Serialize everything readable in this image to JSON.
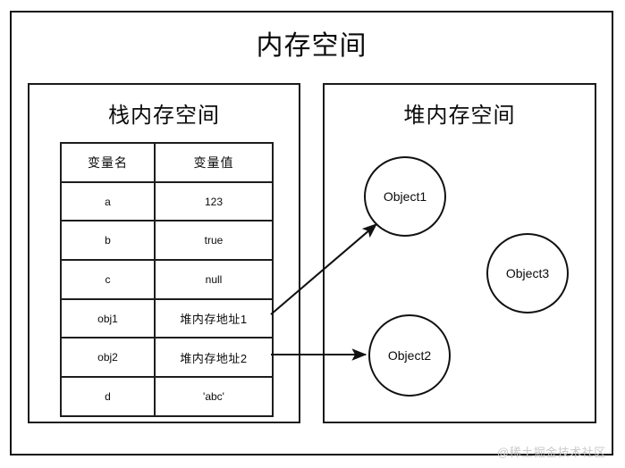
{
  "diagram": {
    "title": "内存空间",
    "watermark": "@稀土掘金技术社区",
    "stack_region": {
      "title": "栈内存空间",
      "table": {
        "headers": [
          "变量名",
          "变量值"
        ],
        "rows": [
          {
            "name": "a",
            "value": "123"
          },
          {
            "name": "b",
            "value": "true"
          },
          {
            "name": "c",
            "value": "null"
          },
          {
            "name": "obj1",
            "value": "堆内存地址1"
          },
          {
            "name": "obj2",
            "value": "堆内存地址2"
          },
          {
            "name": "d",
            "value": "'abc'"
          }
        ]
      }
    },
    "heap_region": {
      "title": "堆内存空间",
      "objects": [
        {
          "label": "Object1"
        },
        {
          "label": "Object2"
        },
        {
          "label": "Object3"
        }
      ]
    },
    "connections": [
      {
        "from": "obj1",
        "to": "Object1"
      },
      {
        "from": "obj2",
        "to": "Object2"
      }
    ],
    "colors": {
      "stroke": "#111111",
      "text": "#0b0b0b",
      "background": "#ffffff",
      "watermark": "#c9c9c9"
    }
  }
}
